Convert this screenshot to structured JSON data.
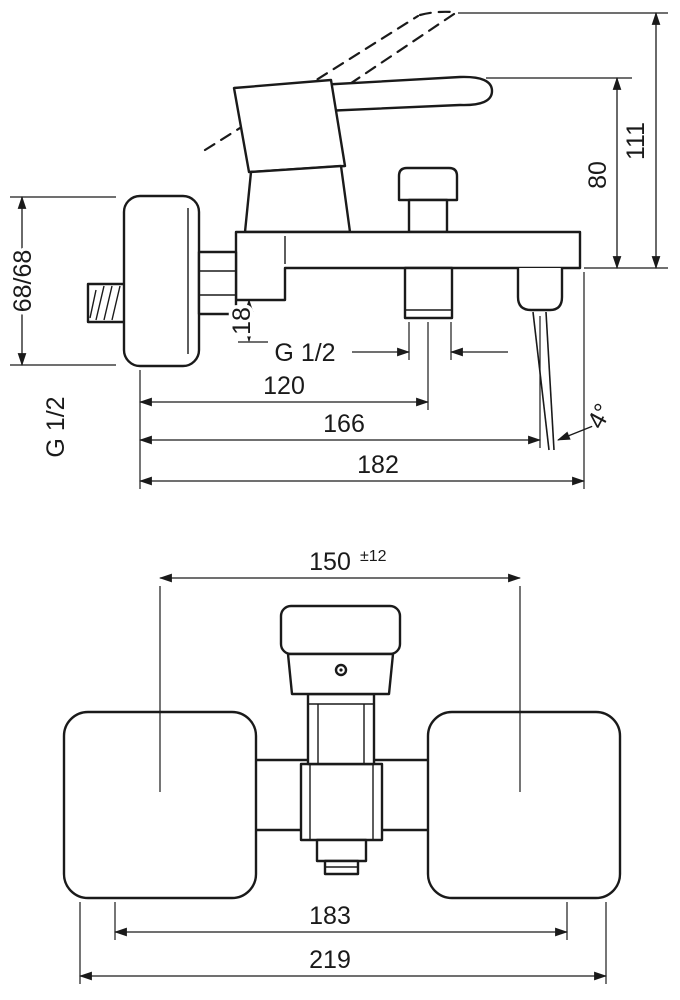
{
  "colors": {
    "line": "#1a1a1a",
    "background": "#ffffff"
  },
  "side_view": {
    "dim_total_height": "111",
    "dim_handle_height": "80",
    "dim_escutcheon_size": "68/68",
    "dim_offset": "18",
    "outlet_thread": "G 1/2",
    "supply_thread": "G 1/2",
    "dim_outlet_reach": "120",
    "dim_spout_reach": "166",
    "dim_total_reach": "182",
    "spray_angle": "4°"
  },
  "front_view": {
    "dim_connection_centers": "150",
    "dim_connection_tolerance": "±12",
    "dim_inner_width": "183",
    "dim_total_width": "219"
  }
}
